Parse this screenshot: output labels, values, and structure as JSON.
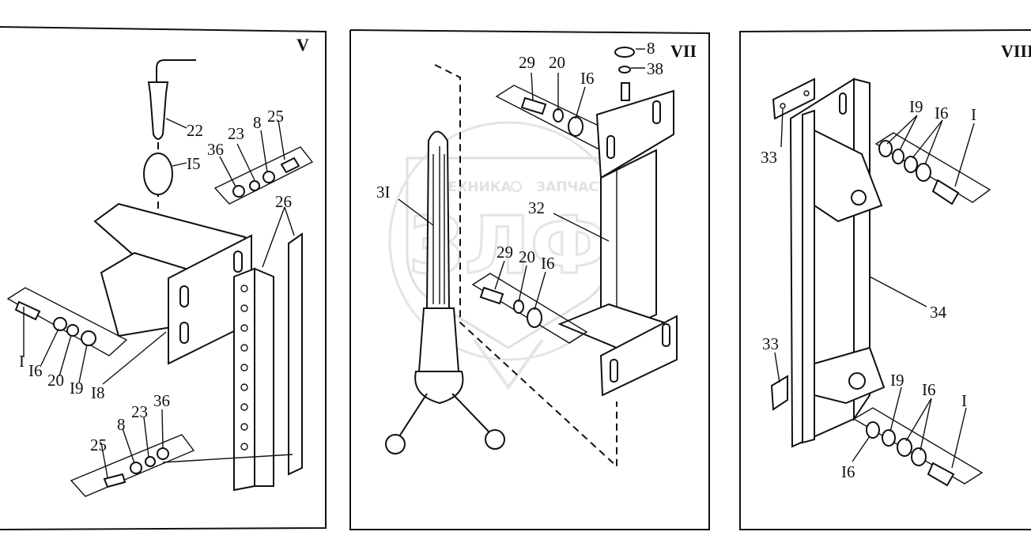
{
  "watermark": {
    "text_left": "ТЕХНИКА",
    "text_right": "ЗАПЧАСТИ",
    "logo_letters": "ЗЛФ"
  },
  "panels": [
    {
      "id": "V",
      "roman": "V",
      "labels": [
        "22",
        "I5",
        "23",
        "8",
        "25",
        "36",
        "26",
        "I",
        "I6",
        "20",
        "I9",
        "I8",
        "25",
        "8",
        "23",
        "36"
      ]
    },
    {
      "id": "VII",
      "roman": "VII",
      "labels": [
        "29",
        "20",
        "I6",
        "8",
        "38",
        "3I",
        "32",
        "29",
        "20",
        "I6"
      ]
    },
    {
      "id": "VIII",
      "roman": "VIII",
      "labels": [
        "33",
        "I9",
        "I6",
        "I",
        "34",
        "33",
        "I9",
        "I6",
        "I",
        "I6"
      ]
    }
  ]
}
